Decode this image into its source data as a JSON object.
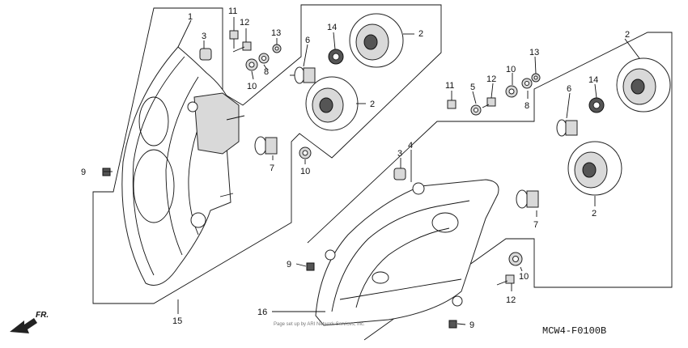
{
  "diagram": {
    "callouts": {
      "c1": "1",
      "c2a": "2",
      "c2b": "2",
      "c2c": "2",
      "c2d": "2",
      "c3a": "3",
      "c3b": "3",
      "c4": "4",
      "c5": "5",
      "c6a": "6",
      "c6b": "6",
      "c7a": "7",
      "c7b": "7",
      "c8a": "8",
      "c8b": "8",
      "c9a": "9",
      "c9b": "9",
      "c9c": "9",
      "c10a": "10",
      "c10b": "10",
      "c10c": "10",
      "c10d": "10",
      "c11a": "11",
      "c11b": "11",
      "c12a": "12",
      "c12b": "12",
      "c12c": "12",
      "c13a": "13",
      "c13b": "13",
      "c14a": "14",
      "c14b": "14",
      "c15": "15",
      "c16": "16"
    },
    "front_indicator": "FR.",
    "diagram_code": "MCW4-F0100B",
    "watermark": "Page set up by ARI Network Services, Inc."
  }
}
